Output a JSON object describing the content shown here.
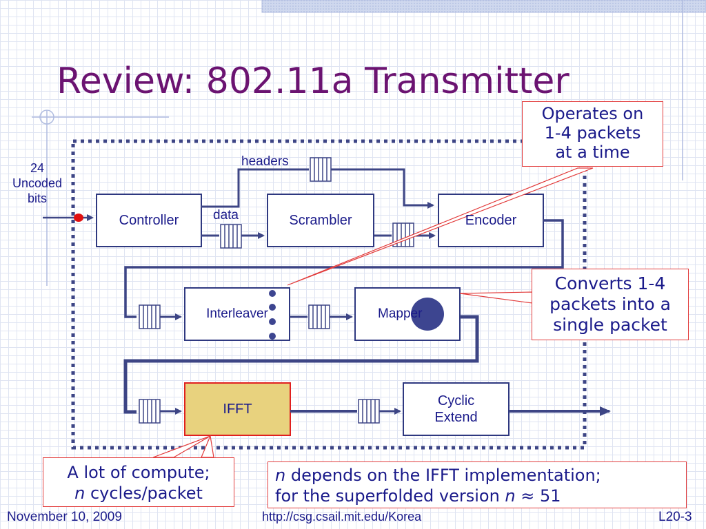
{
  "slide": {
    "title": "Review: 802.11a Transmitter",
    "input_label": [
      "24",
      "Uncoded",
      "bits"
    ]
  },
  "blocks": {
    "controller": "Controller",
    "scrambler": "Scrambler",
    "encoder": "Encoder",
    "interleaver": "Interleaver",
    "mapper": "Mapper",
    "ifft": "IFFT",
    "cyclic_extend": [
      "Cyclic",
      "Extend"
    ]
  },
  "edge_labels": {
    "headers": "headers",
    "data": "data"
  },
  "callouts": {
    "packets": [
      "Operates on",
      "1-4 packets",
      "at a time"
    ],
    "converts": [
      "Converts 1-4",
      "packets into a",
      "single packet"
    ],
    "compute": [
      "A lot of compute;",
      "cycles/packet"
    ],
    "compute_var": "n",
    "ifft_note_line1_var": "n",
    "ifft_note_line1": " depends on the IFFT implementation;",
    "ifft_note_line2": "for the superfolded version ",
    "ifft_note_line2_var": "n",
    "ifft_note_line2_end": " ≈ 51"
  },
  "footer": {
    "date": "November 10, 2009",
    "url": "http://csg.csail.mit.edu/Korea",
    "slide_number": "L20-3"
  },
  "colors": {
    "title": "#6b1371",
    "block_border": "#2e3880",
    "wire": "#3d4585",
    "ifft_fill": "#e8d27e",
    "ifft_border": "#e02020",
    "callout_border": "#e23a3a",
    "dot": "#3d4590"
  }
}
